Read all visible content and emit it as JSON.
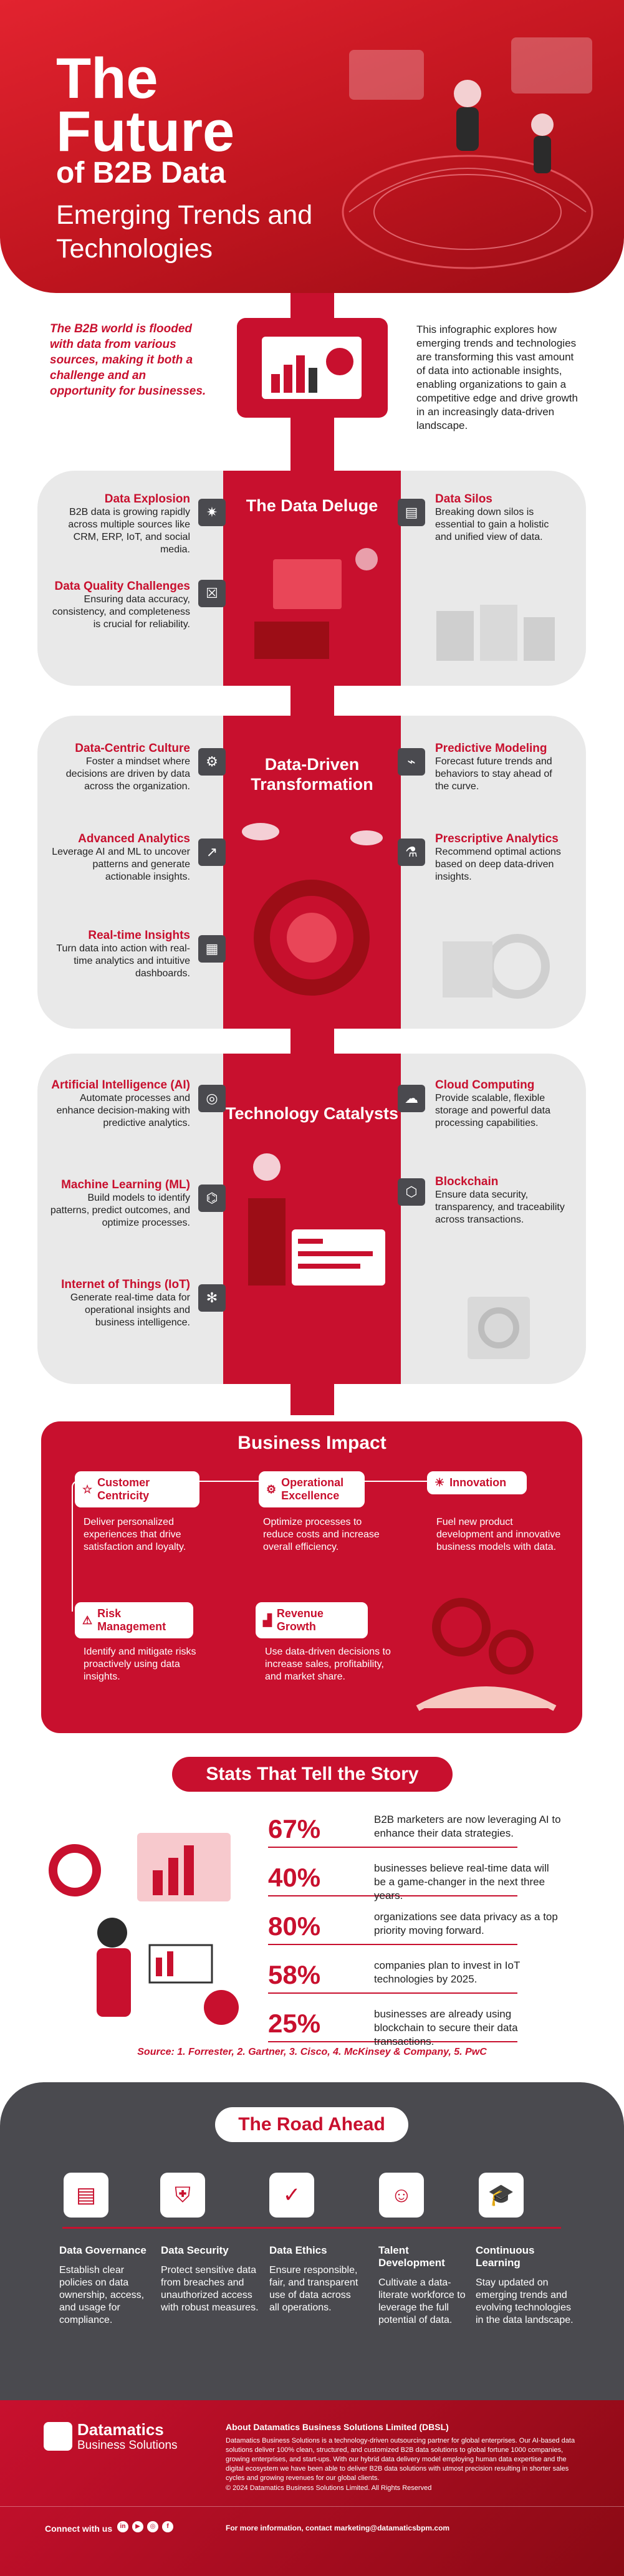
{
  "hero": {
    "title_line1": "The",
    "title_line2": "Future",
    "title_line3": "of B2B Data",
    "subtitle": "Emerging Trends and Technologies"
  },
  "intro": {
    "left": "The B2B world is flooded with data from various sources, making it both a challenge and an opportunity for businesses.",
    "right": "This infographic explores how emerging trends and technologies are transforming this vast amount of data into actionable insights, enabling organizations to gain a competitive edge and drive growth in an increasingly data-driven landscape."
  },
  "deluge": {
    "title": "The Data Deluge",
    "items": [
      {
        "h": "Data Explosion",
        "p": "B2B data is growing rapidly across multiple sources like CRM, ERP, IoT, and social media."
      },
      {
        "h": "Data Quality Challenges",
        "p": "Ensuring data accuracy, consistency, and completeness is crucial for reliability."
      },
      {
        "h": "Data Silos",
        "p": "Breaking down silos is essential to gain a holistic and unified view of data."
      }
    ]
  },
  "transformation": {
    "title": "Data-Driven Transformation",
    "items": [
      {
        "h": "Data-Centric Culture",
        "p": "Foster a mindset where decisions are driven by data across the organization."
      },
      {
        "h": "Advanced Analytics",
        "p": "Leverage AI and ML to uncover patterns and generate actionable insights."
      },
      {
        "h": "Real-time Insights",
        "p": "Turn data into action with real-time analytics and intuitive dashboards."
      },
      {
        "h": "Predictive Modeling",
        "p": "Forecast future trends and behaviors to stay ahead of the curve."
      },
      {
        "h": "Prescriptive Analytics",
        "p": "Recommend optimal actions based on deep data-driven insights."
      }
    ]
  },
  "catalysts": {
    "title": "Technology Catalysts",
    "items": [
      {
        "h": "Artificial Intelligence (AI)",
        "p": "Automate processes and enhance decision-making with predictive analytics."
      },
      {
        "h": "Machine Learning (ML)",
        "p": "Build models to identify patterns, predict outcomes, and optimize processes."
      },
      {
        "h": "Internet of Things (IoT)",
        "p": "Generate real-time data for operational insights and business intelligence."
      },
      {
        "h": "Cloud Computing",
        "p": "Provide scalable, flexible storage and powerful data processing capabilities."
      },
      {
        "h": "Blockchain",
        "p": "Ensure data security, transparency, and traceability across transactions."
      }
    ]
  },
  "impact": {
    "title": "Business Impact",
    "items": [
      {
        "h": "Customer Centricity",
        "p": "Deliver personalized experiences that drive satisfaction and loyalty."
      },
      {
        "h": "Operational Excellence",
        "p": "Optimize processes to reduce costs and increase overall efficiency."
      },
      {
        "h": "Innovation",
        "p": "Fuel new product development and innovative business models with data."
      },
      {
        "h": "Risk Management",
        "p": "Identify and mitigate risks proactively using data insights."
      },
      {
        "h": "Revenue Growth",
        "p": "Use data-driven decisions to increase sales, profitability, and market share."
      }
    ]
  },
  "stats": {
    "title": "Stats That Tell the Story",
    "rows": [
      {
        "pct": "67%",
        "txt": "B2B marketers are now leveraging AI to enhance their data strategies."
      },
      {
        "pct": "40%",
        "txt": "businesses believe real-time data will be a game-changer in the next three years."
      },
      {
        "pct": "80%",
        "txt": "organizations see data privacy as a top priority moving forward."
      },
      {
        "pct": "58%",
        "txt": "companies plan to invest in IoT technologies by 2025."
      },
      {
        "pct": "25%",
        "txt": "businesses are already using blockchain to secure their data transactions."
      }
    ],
    "source": "Source: 1. Forrester, 2. Gartner, 3. Cisco, 4. McKinsey & Company, 5. PwC"
  },
  "road": {
    "title": "The Road Ahead",
    "items": [
      {
        "h": "Data Governance",
        "p": "Establish clear policies on data ownership, access, and usage for compliance."
      },
      {
        "h": "Data Security",
        "p": "Protect sensitive data from breaches and unauthorized access with robust measures."
      },
      {
        "h": "Data Ethics",
        "p": "Ensure responsible, fair, and transparent use of data across all operations."
      },
      {
        "h": "Talent Development",
        "p": "Cultivate a data-literate workforce to leverage the full potential of data."
      },
      {
        "h": "Continuous Learning",
        "p": "Stay updated on emerging trends and evolving technologies in the data landscape."
      }
    ]
  },
  "footer": {
    "brand1": "Datamatics",
    "brand2": "Business Solutions",
    "about_title": "About Datamatics Business Solutions Limited (DBSL)",
    "about_text": "Datamatics Business Solutions is a technology-driven outsourcing partner for global enterprises. Our AI-based data solutions deliver 100% clean, structured, and customized B2B data solutions to global fortune 1000 companies, growing enterprises, and start-ups. With our hybrid data delivery model employing human data expertise and the digital ecosystem we have been able to deliver B2B data solutions with utmost precision resulting in shorter sales cycles and growing revenues for our global clients.",
    "copyright": "© 2024 Datamatics Business Solutions Limited. All Rights Reserved",
    "connect": "Connect with us",
    "contact": "For more information, contact marketing@datamaticsbpm.com"
  },
  "colors": {
    "accent": "#c8102e",
    "dark": "#4a4a4f",
    "light": "#e9e9e9"
  }
}
